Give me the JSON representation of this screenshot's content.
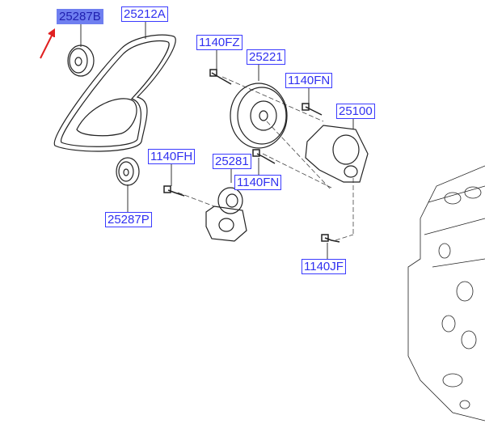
{
  "labels": [
    {
      "id": "25287B",
      "selected": true
    },
    {
      "id": "25212A"
    },
    {
      "id": "1140FZ"
    },
    {
      "id": "25221"
    },
    {
      "id": "1140FN"
    },
    {
      "id": "25100"
    },
    {
      "id": "1140FH"
    },
    {
      "id": "25281"
    },
    {
      "id": "1140FN"
    },
    {
      "id": "25287P"
    },
    {
      "id": "1140JF"
    }
  ],
  "colors": {
    "label": "#3030f0",
    "highlight": "#6f7ff0",
    "arrow": "#e02020"
  }
}
